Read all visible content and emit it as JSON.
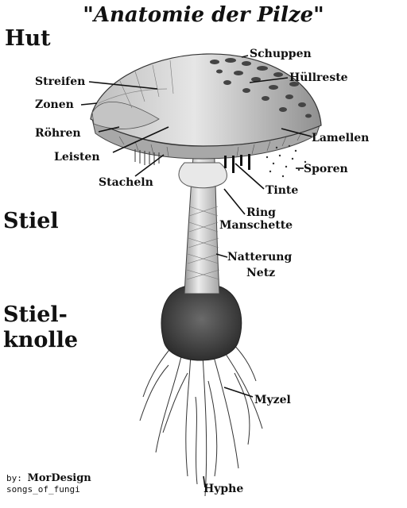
{
  "title": "\"Anatomie der Pilze\"",
  "sections": {
    "hut": "Hut",
    "stiel": "Stiel",
    "stielknolle_1": "Stiel-",
    "stielknolle_2": "knolle"
  },
  "labels": {
    "schuppen": "Schuppen",
    "huellreste": "Hüllreste",
    "streifen": "Streifen",
    "zonen": "Zonen",
    "roehren": "Röhren",
    "lamellen": "Lamellen",
    "leisten": "Leisten",
    "sporen": "Sporen",
    "stacheln": "Stacheln",
    "tinte": "Tinte",
    "ring": "Ring",
    "manschette": "Manschette",
    "natterung": "Natterung",
    "netz": "Netz",
    "myzel": "Myzel",
    "hyphe": "Hyphe"
  },
  "credit": {
    "by": "by:",
    "author": "MorDesign",
    "handle": "songs_of_fungi"
  },
  "colors": {
    "ink": "#111111",
    "cap_light": "#d9d9d9",
    "cap_dark": "#8a8a8a",
    "stem": "#cfcfcf"
  }
}
